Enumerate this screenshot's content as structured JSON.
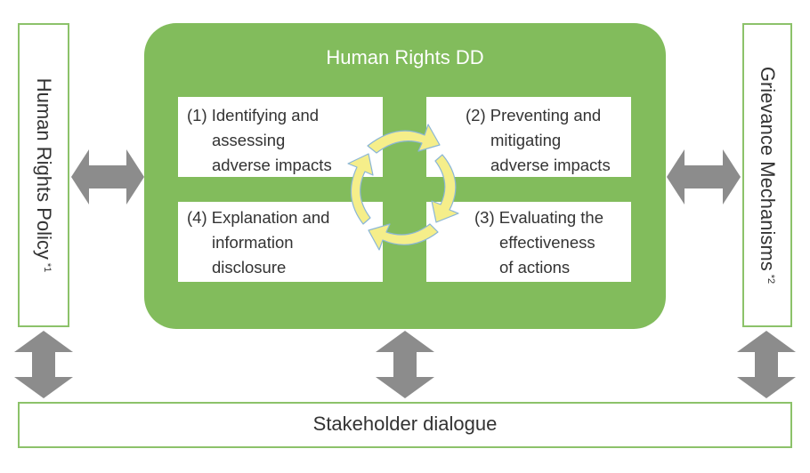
{
  "left_panel": {
    "label": "Human Rights Policy",
    "note": "*1"
  },
  "right_panel": {
    "label": "Grievance Mechanisms",
    "note": "*2"
  },
  "center": {
    "title": "Human Rights DD",
    "steps": [
      {
        "lines": [
          "(1) Identifying and",
          "assessing",
          "adverse impacts"
        ]
      },
      {
        "lines": [
          "(2) Preventing and",
          "mitigating",
          "adverse impacts"
        ]
      },
      {
        "lines": [
          "(3) Evaluating the",
          "effectiveness",
          "of actions"
        ]
      },
      {
        "lines": [
          "(4) Explanation and",
          "information",
          "disclosure"
        ]
      }
    ]
  },
  "bottom": {
    "label": "Stakeholder dialogue"
  },
  "colors": {
    "green": "#82bc5c",
    "border_green": "#8cc26a",
    "arrow_gray": "#8c8c8c",
    "cycle_yellow": "#f5ee8a"
  }
}
